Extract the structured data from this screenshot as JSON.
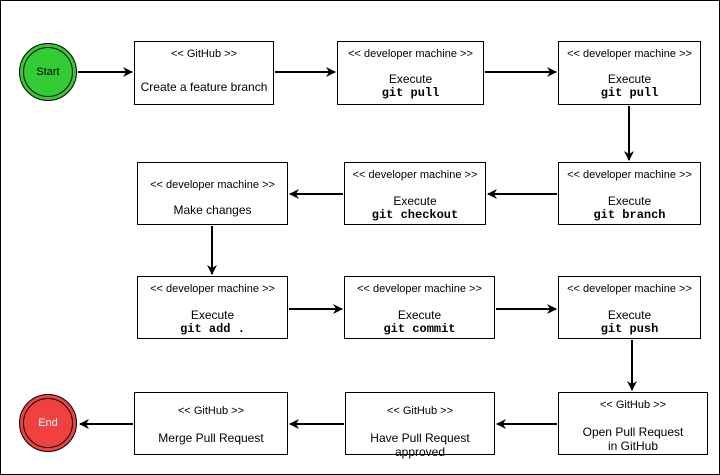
{
  "start": {
    "label": "Start",
    "color": "#33cc33"
  },
  "end": {
    "label": "End",
    "color": "#f04040"
  },
  "steps": [
    {
      "stereotype": "<< GitHub >>",
      "text": "Create a feature branch",
      "cmd": ""
    },
    {
      "stereotype": "<< developer machine >>",
      "text": "Execute",
      "cmd": "git pull"
    },
    {
      "stereotype": "<< developer machine >>",
      "text": "Execute",
      "cmd": "git pull"
    },
    {
      "stereotype": "<< developer machine >>",
      "text": "Execute",
      "cmd": "git branch"
    },
    {
      "stereotype": "<< developer machine >>",
      "text": "Execute",
      "cmd": "git checkout"
    },
    {
      "stereotype": "<< developer machine >>",
      "text": "Make changes",
      "cmd": ""
    },
    {
      "stereotype": "<< developer machine >>",
      "text": "Execute",
      "cmd": "git add ."
    },
    {
      "stereotype": "<< developer machine >>",
      "text": "Execute",
      "cmd": "git commit"
    },
    {
      "stereotype": "<< developer machine >>",
      "text": "Execute",
      "cmd": "git push"
    },
    {
      "stereotype": "<< GitHub >>",
      "text": "Open Pull Request in GitHub",
      "cmd": ""
    },
    {
      "stereotype": "<< GitHub >>",
      "text": "Have Pull Request approved",
      "cmd": ""
    },
    {
      "stereotype": "<< GitHub >>",
      "text": "Merge Pull Request",
      "cmd": ""
    }
  ]
}
